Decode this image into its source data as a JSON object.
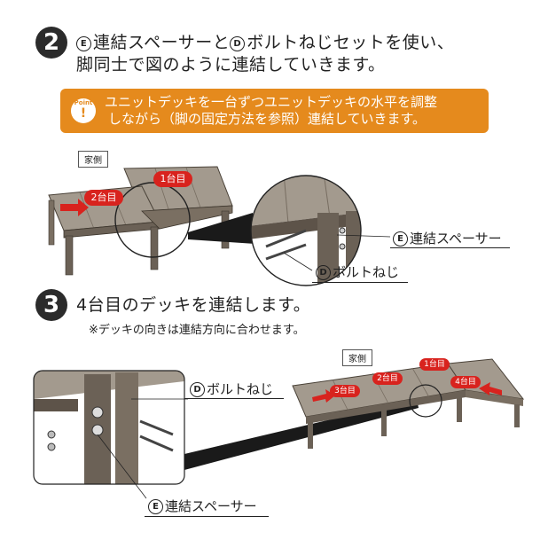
{
  "step2": {
    "number": "2",
    "letter_e": "E",
    "text_a": "連結スペーサーと",
    "letter_d": "D",
    "text_b": "ボルトねじセットを使い、",
    "line2": "脚同士で図のように連結していきます。"
  },
  "point": {
    "badge": "Point",
    "line1": "ユニットデッキを一台ずつユニットデッキの水平を調整",
    "line2": "しながら（脚の固定方法を参照）連結していきます。"
  },
  "diagram1": {
    "house_label": "家側",
    "tag1": "1台目",
    "tag2": "2台目",
    "callout_e": "連結スペーサー",
    "callout_e_letter": "E",
    "callout_d": "ボルトねじ",
    "callout_d_letter": "D"
  },
  "step3": {
    "number": "3",
    "title": "4台目のデッキを連結します。",
    "note": "※デッキの向きは連結方向に合わせます。"
  },
  "diagram2": {
    "house_label": "家側",
    "tag1": "1台目",
    "tag2": "2台目",
    "tag3": "3台目",
    "tag4": "4台目",
    "callout_d": "ボルトねじ",
    "callout_d_letter": "D",
    "callout_e": "連結スペーサー",
    "callout_e_letter": "E"
  },
  "colors": {
    "accent_orange": "#e58a1d",
    "tag_red": "#d8231e",
    "deck_gray": "#a39a8e",
    "frame_dark": "#6b6156"
  }
}
